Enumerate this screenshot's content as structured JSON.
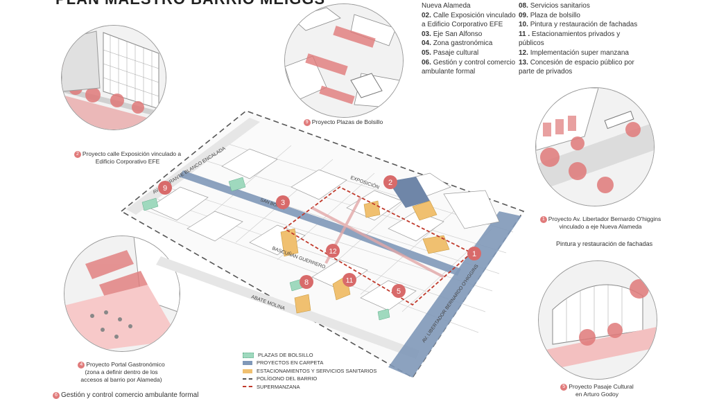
{
  "title": "PLAN MAESTRO BARRIO MEIGGS",
  "legend_col1": [
    {
      "num": "",
      "text": "Nueva Alameda"
    },
    {
      "num": "02.",
      "text": "Calle Exposición vinculado"
    },
    {
      "num": "",
      "text": "a Edificio Corporativo EFE"
    },
    {
      "num": "03.",
      "text": "Eje San Alfonso"
    },
    {
      "num": "04.",
      "text": " Zona gastronómica"
    },
    {
      "num": "05.",
      "text": "Pasaje cultural"
    },
    {
      "num": "06.",
      "text": "Gestión y control comercio"
    },
    {
      "num": "",
      "text": "ambulante formal"
    }
  ],
  "legend_col2": [
    {
      "num": "08.",
      "text": "Servicios sanitarios"
    },
    {
      "num": "09.",
      "text": "Plaza de bolsillo"
    },
    {
      "num": "10.",
      "text": "Pintura y restauración de fachadas"
    },
    {
      "num": "11 .",
      "text": "Estacionamientos privados y"
    },
    {
      "num": "",
      "text": "públicos"
    },
    {
      "num": "12.",
      "text": " Implementación super manzana"
    },
    {
      "num": "13.",
      "text": "Concesión de espacio público por"
    },
    {
      "num": "",
      "text": "parte de privados"
    }
  ],
  "captions": {
    "c2": {
      "num": "2",
      "line1": "Proyecto calle Exposición vinculado a",
      "line2": "Edificio Corporativo EFE"
    },
    "c9": {
      "num": "9",
      "line1": "Proyecto Plazas de Bolsillo"
    },
    "c1": {
      "num": "1",
      "line1": "Proyecto Av. Libertador Bernardo O'higgins",
      "line2": "vinculado a eje Nueva Alameda"
    },
    "c4": {
      "num": "4",
      "line1": "Proyecto Portal Gastronómico",
      "line2": "(zona a definir dentro de los",
      "line3": "accesos al barrio por Alameda)"
    },
    "c5": {
      "num": "5",
      "line1": "Proyecto Pasaje Cultural",
      "line2": "en Arturo Godoy"
    }
  },
  "note_facades": "Pintura y restauración de fachadas",
  "bottom_text": {
    "num": "6",
    "text": "Gestión y control comercio ambulante formal"
  },
  "streets": {
    "almirante": "AV. ALMIRANTE BLANCO ENCALADA",
    "exposicion": "EXPOSICIÓN",
    "sanborja": "SAN BORJA",
    "bascunan": "BASCUÑAN GUERRERO",
    "abate": "ABATE MOLINA",
    "libertador": "AV. LIBERTADOR BERNARDO O'HIGGINS"
  },
  "markers": [
    "9",
    "2",
    "3",
    "12",
    "8",
    "11",
    "5",
    "1"
  ],
  "map_legend": {
    "plazas": "PLAZAS DE BOLSILLO",
    "proyectos": "PROYECTOS EN CARPETA",
    "estacionamientos": "ESTACIONAMIENTOS Y SERVICIOS SANITARIOS",
    "poligono": "POLÍGONO DEL BARRIO",
    "supermanzana": "SUPERMANZANA"
  },
  "colors": {
    "accent_red": "#e07a7a",
    "marker_red": "#d86a6a",
    "blue_project": "#7f98b8",
    "parking_orange": "#f0c070",
    "plaza_green": "#7fc7a8",
    "super_red": "#c0392b",
    "polygon_gray": "#555555"
  }
}
